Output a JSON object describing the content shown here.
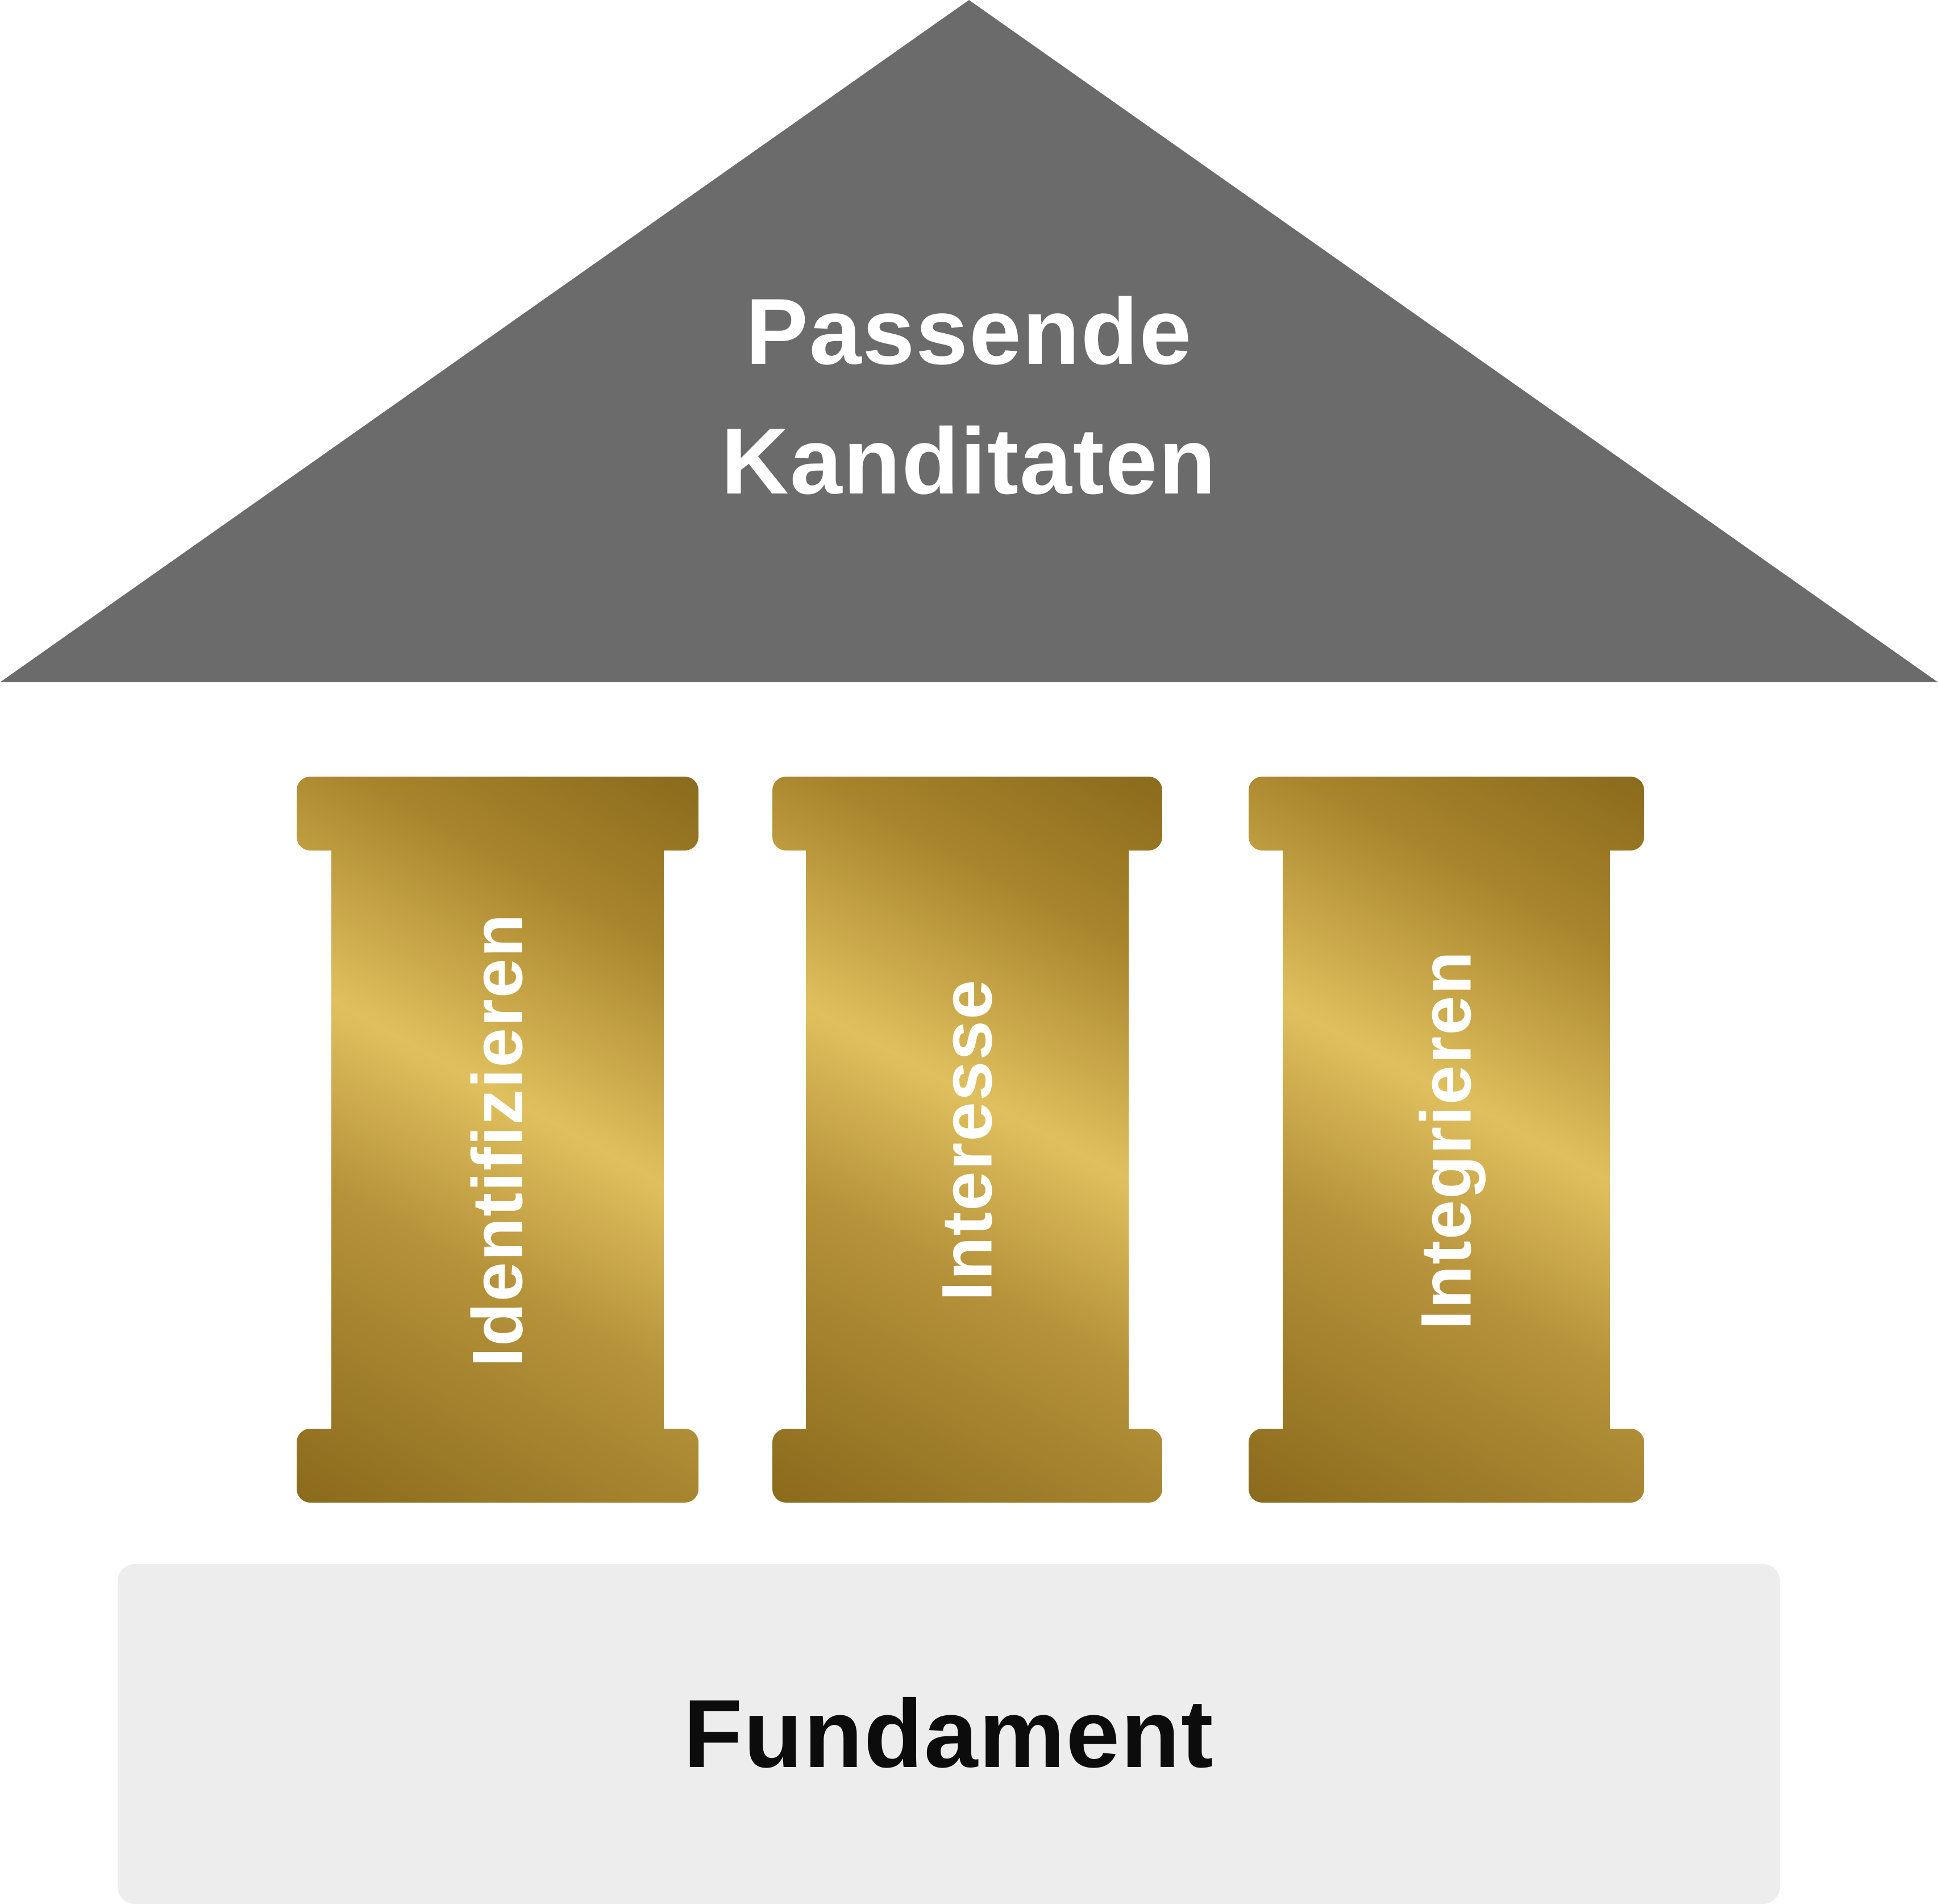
{
  "roof": {
    "line1": "Passende",
    "line2": "Kanditaten",
    "color": "#6b6b6b",
    "text_color": "#ffffff"
  },
  "pillars": [
    {
      "label": "Identifizieren"
    },
    {
      "label": "Interesse"
    },
    {
      "label": "Integrieren"
    }
  ],
  "gold_colors": {
    "dark": "#8a6b1c",
    "mid": "#b6923a",
    "light": "#e0c05e"
  },
  "foundation": {
    "label": "Fundament",
    "background": "#ededed",
    "text_color": "#0c0c0c"
  }
}
